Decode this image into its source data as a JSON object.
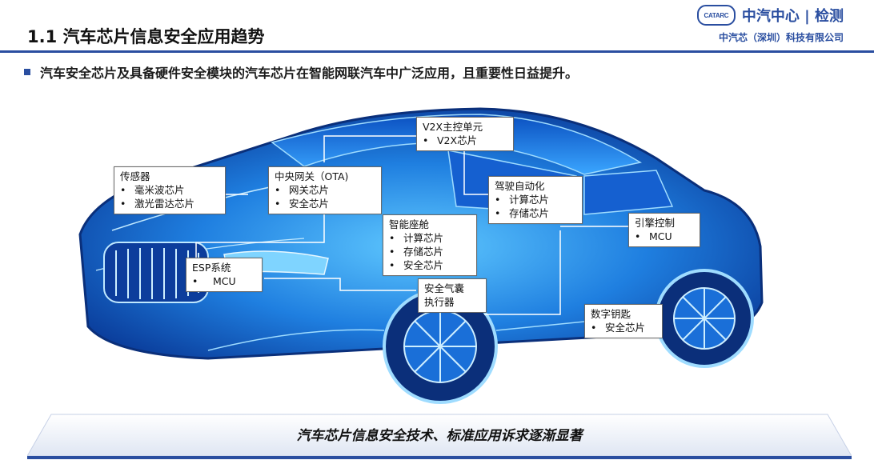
{
  "header": {
    "title": "1.1 汽车芯片信息安全应用趋势",
    "logo_badge": "CATARC",
    "logo_text": "中汽中心 | 检测",
    "company": "中汽芯（深圳）科技有限公司"
  },
  "bullet": {
    "text": "汽车安全芯片及具备硬件安全模块的汽车芯片在智能网联汽车中广泛应用，且重要性日益提升。"
  },
  "labels": {
    "v2x": {
      "title": "V2X主控单元",
      "items": [
        "V2X芯片"
      ]
    },
    "sensor": {
      "title": "传感器",
      "items": [
        "毫米波芯片",
        "激光雷达芯片"
      ]
    },
    "gateway": {
      "title": "中央网关（OTA)",
      "items": [
        "网关芯片",
        "安全芯片"
      ]
    },
    "adas": {
      "title": "驾驶自动化",
      "items": [
        "计算芯片",
        "存储芯片"
      ]
    },
    "cockpit": {
      "title": "智能座舱",
      "items": [
        "计算芯片",
        "存储芯片",
        "安全芯片"
      ]
    },
    "engine": {
      "title": "引擎控制",
      "items": [
        "MCU"
      ]
    },
    "esp": {
      "title": "ESP系统",
      "items": [
        "MCU"
      ]
    },
    "airbag": {
      "title": "安全气囊",
      "line2": "执行器"
    },
    "key": {
      "title": "数字钥匙",
      "items": [
        "安全芯片"
      ]
    }
  },
  "banner": {
    "text": "汽车芯片信息安全技术、标准应用诉求逐渐显著"
  },
  "colors": {
    "brand": "#2a4ea0",
    "car_glow": "#1e90ff"
  }
}
